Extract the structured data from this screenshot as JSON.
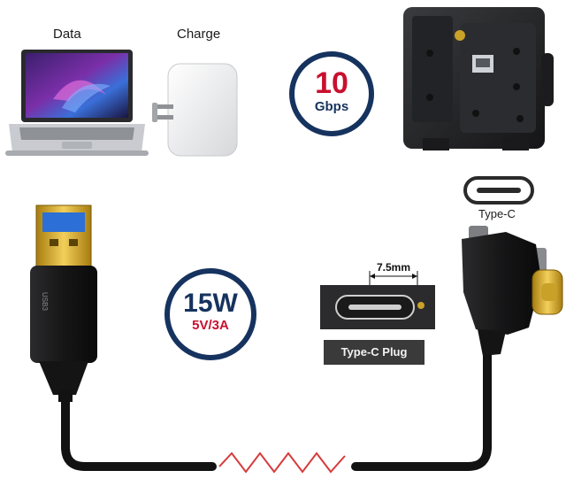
{
  "labels": {
    "data": "Data",
    "charge": "Charge",
    "type_c": "Type-C",
    "type_c_plug": "Type-C Plug",
    "dimension": "7.5mm",
    "usb_marking": "USB3"
  },
  "speed_badge": {
    "value": "10",
    "unit": "Gbps"
  },
  "power_badge": {
    "value": "15W",
    "detail": "5V/3A"
  },
  "colors": {
    "navy": "#16335f",
    "red": "#c8102e",
    "cable": "#121212",
    "gold": "#d9a520",
    "usb_blue": "#2c6fd6",
    "zigzag": "#d63b3b"
  }
}
